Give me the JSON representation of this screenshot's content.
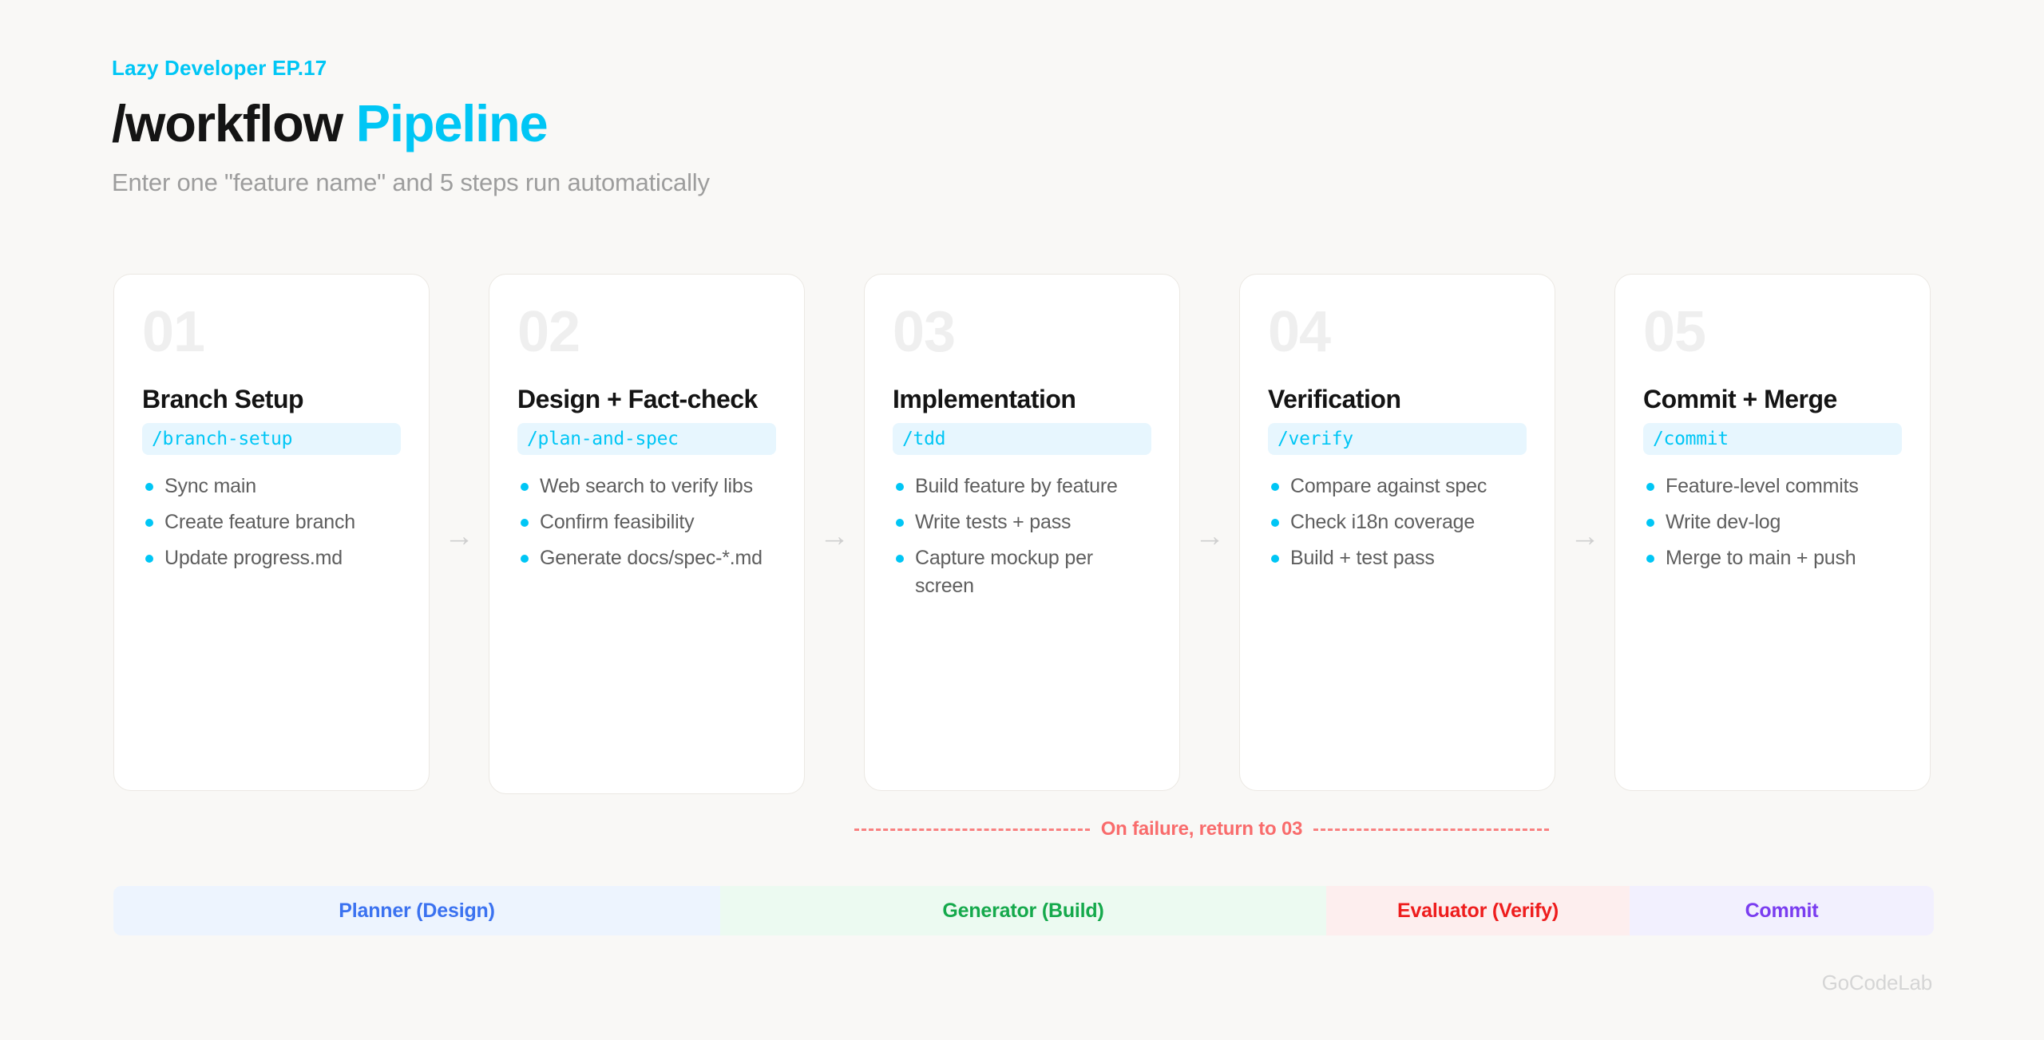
{
  "header": {
    "eyebrow": "Lazy Developer EP.17",
    "title_main": "/workflow",
    "title_accent": "Pipeline",
    "subtitle": "Enter one \"feature name\" and 5 steps run automatically"
  },
  "steps": [
    {
      "number": "01",
      "title": "Branch Setup",
      "command": "/branch-setup",
      "bullets": [
        "Sync main",
        "Create feature branch",
        "Update progress.md"
      ]
    },
    {
      "number": "02",
      "title": "Design + Fact-check",
      "command": "/plan-and-spec",
      "bullets": [
        "Web search to verify libs",
        "Confirm feasibility",
        "Generate docs/spec-*.md"
      ]
    },
    {
      "number": "03",
      "title": "Implementation",
      "command": "/tdd",
      "bullets": [
        "Build feature by feature",
        "Write tests + pass",
        "Capture mockup per screen"
      ]
    },
    {
      "number": "04",
      "title": "Verification",
      "command": "/verify",
      "bullets": [
        "Compare against spec",
        "Check i18n coverage",
        "Build + test pass"
      ]
    },
    {
      "number": "05",
      "title": "Commit + Merge",
      "command": "/commit",
      "bullets": [
        "Feature-level commits",
        "Write dev-log",
        "Merge to main + push"
      ]
    }
  ],
  "connector": {
    "icon": "arrow-right-icon",
    "glyph": "→"
  },
  "failure_loop": {
    "label": "On failure, return to 03",
    "color": "#f96c6c"
  },
  "roles": [
    {
      "label": "Planner (Design)",
      "text_color": "#3b72f0",
      "bg_color": "#edf4fe"
    },
    {
      "label": "Generator (Build)",
      "text_color": "#15a94c",
      "bg_color": "#ecfaf1"
    },
    {
      "label": "Evaluator (Verify)",
      "text_color": "#ee1d1d",
      "bg_color": "#fdeeee"
    },
    {
      "label": "Commit",
      "text_color": "#7a3df0",
      "bg_color": "#f2f0fe"
    }
  ],
  "footer": {
    "brand": "GoCodeLab"
  },
  "theme": {
    "background": "#f9f8f6",
    "card_background": "#ffffff",
    "card_border": "#ebe8e3",
    "accent": "#00c6f5",
    "command_badge_bg": "#e7f6fe",
    "number_color": "#efefef",
    "bullet_text": "#5e5e5e",
    "title_color": "#141414",
    "subtitle_color": "#9d9d9d"
  }
}
